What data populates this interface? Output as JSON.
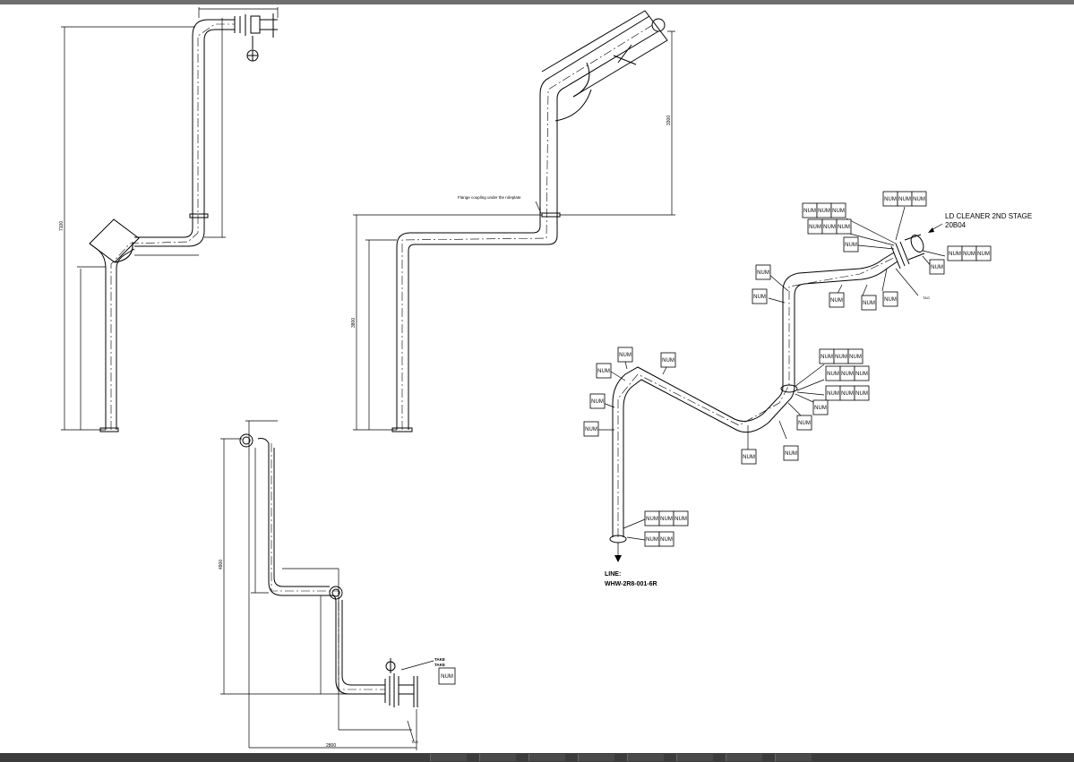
{
  "ui": {
    "accent": "#6f6f6f",
    "status_bg": "#3c3c3c"
  },
  "drawing": {
    "dim_7100": "7100",
    "dim_3300": "3300",
    "dim_3800": "3800",
    "dim_4900": "4900",
    "dim_2800": "2800",
    "flange_note": "Flange coupling under the roleplate",
    "equipment_line1": "LD CLEANER 2ND STAGE",
    "equipment_line2": "20B04",
    "line_label": "LINE:",
    "line_number": "WHW-2R8-001-6R",
    "tag_text": "NUM",
    "tag_small": "TAG",
    "take_label": "TAKE",
    "take_label2": "TAKE"
  }
}
